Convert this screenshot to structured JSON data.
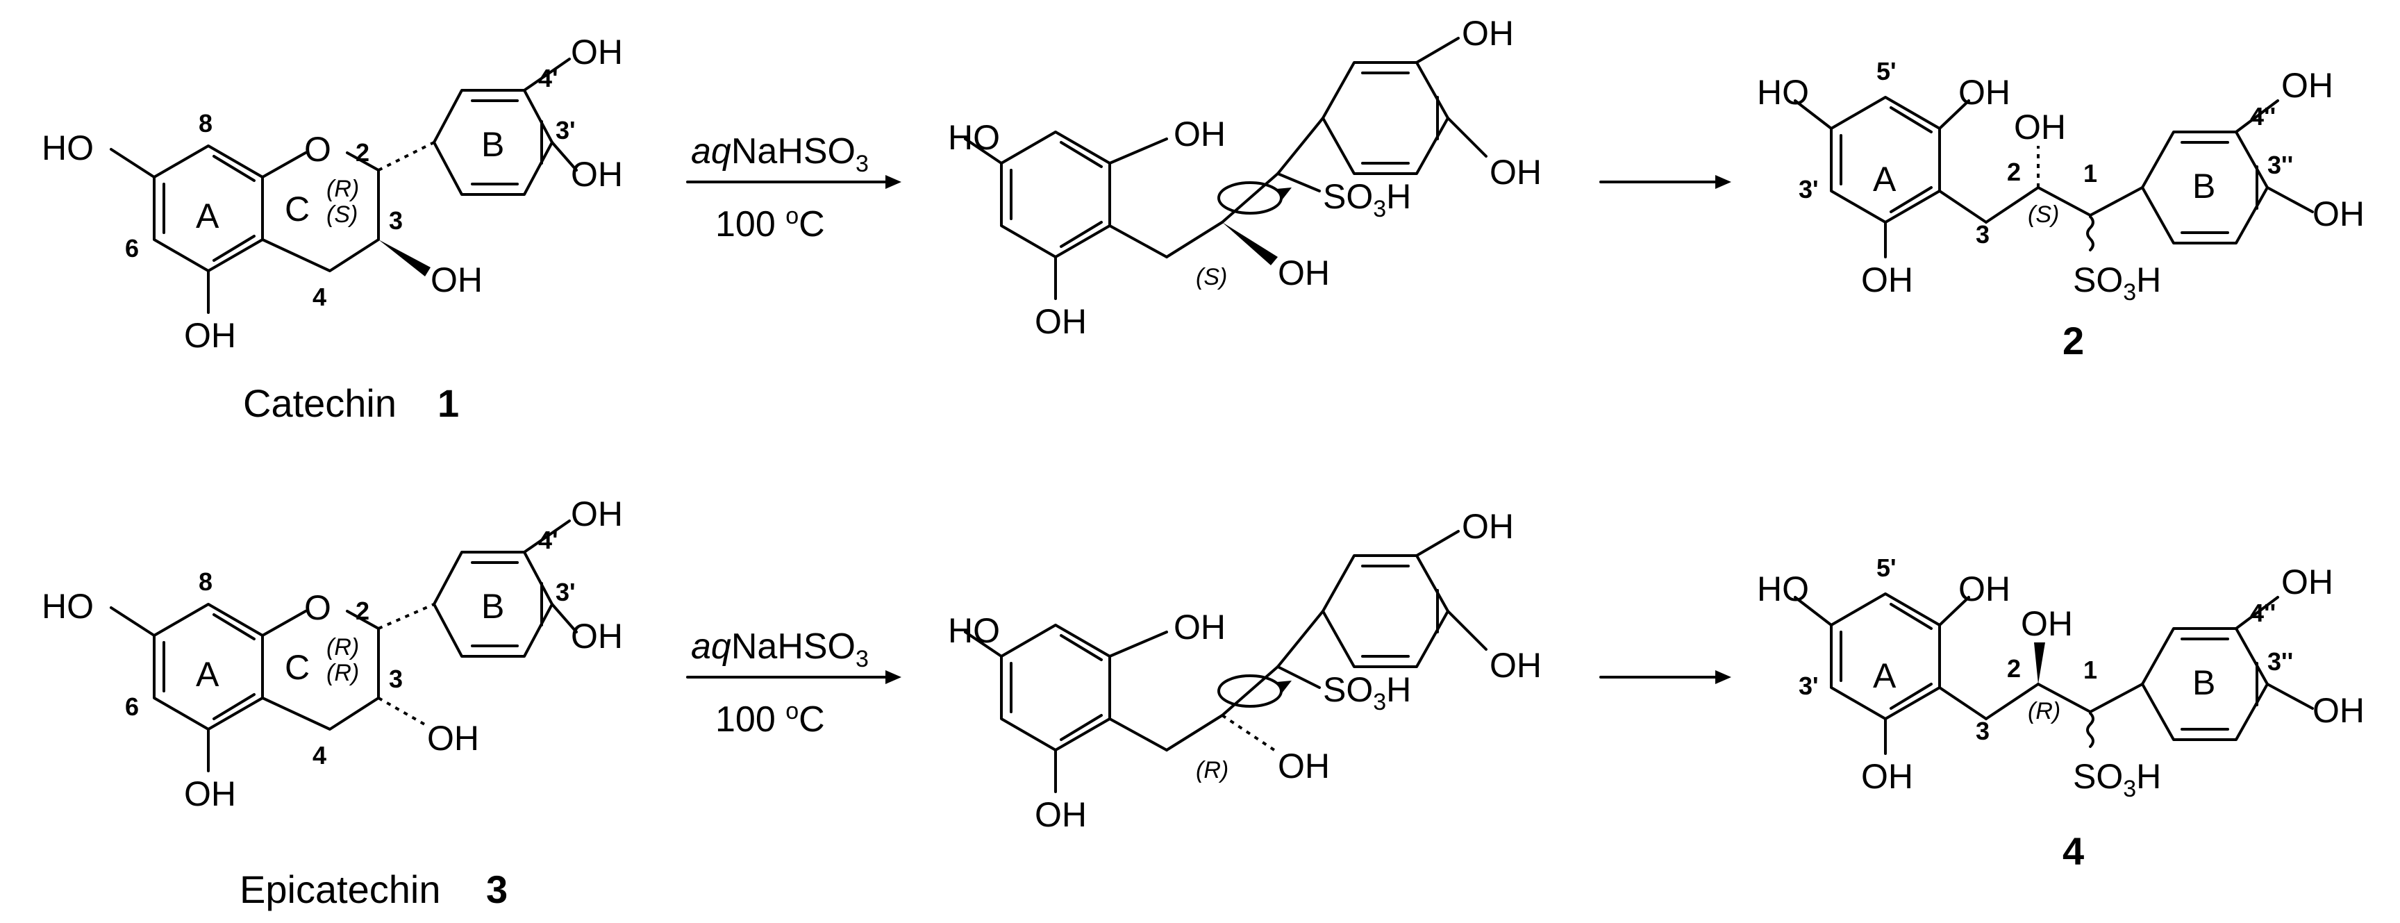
{
  "labels": {
    "ho": "HO",
    "oh": "OH",
    "o": "O",
    "so3h_prefix": "SO",
    "so3h_sub": "3",
    "so3h_suffix": "H",
    "ring_a": "A",
    "ring_b": "B",
    "ring_c": "C",
    "atom_2": "2",
    "atom_3": "3",
    "atom_4": "4",
    "atom_1": "1",
    "atom_6": "6",
    "atom_8": "8",
    "atom_3p": "3'",
    "atom_4p": "4'",
    "atom_5p": "5'",
    "atom_3pp": "3''",
    "atom_4pp": "4''",
    "ster_r": "(R)",
    "ster_s": "(S)"
  },
  "reagents": {
    "aq": "aq",
    "nahso": "NaHSO",
    "sub": "3",
    "temp": "100 ",
    "deg": "o",
    "unit": "C"
  },
  "compounds": {
    "catechin_name": "Catechin ",
    "catechin_num": "1",
    "epicatechin_name": "Epicatechin ",
    "epicatechin_num": "3",
    "product_top": "2",
    "product_bottom": "4"
  }
}
